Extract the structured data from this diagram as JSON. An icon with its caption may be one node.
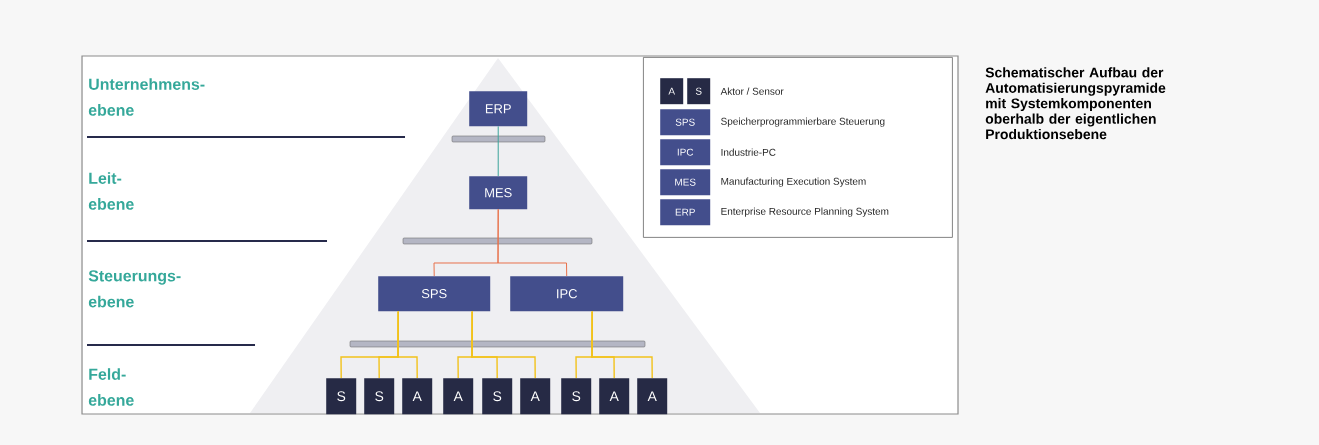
{
  "diagram": {
    "caption": "Schematischer Aufbau der Automatisierungspyramide mit Systemkomponenten oberhalb der eigentlichen Produktionsebene",
    "nodes": [
      {
        "text": [
          "ERP"
        ]
      },
      {
        "text": [
          "MES"
        ]
      },
      {
        "text": [
          "SPS"
        ]
      },
      {
        "text": [
          "IPC"
        ]
      },
      {
        "text": [
          "S"
        ]
      },
      {
        "text": [
          "S"
        ]
      },
      {
        "text": [
          "A"
        ]
      },
      {
        "text": [
          "A"
        ]
      },
      {
        "text": [
          "S"
        ]
      },
      {
        "text": [
          "A"
        ]
      },
      {
        "text": [
          "S"
        ]
      },
      {
        "text": [
          "A"
        ]
      },
      {
        "text": [
          "A"
        ]
      },
      {
        "text": [],
        "shape": "box"
      },
      {
        "text": [
          "A"
        ],
        "in": 13
      },
      {
        "text": [
          "S"
        ],
        "in": 13,
        "beside": [
          "Aktor / Sensor"
        ]
      },
      {
        "text": [
          "SPS"
        ],
        "in": 13,
        "beside": [
          "Speicherprogrammierbare Steuerung"
        ]
      },
      {
        "text": [
          "IPC"
        ],
        "in": 13,
        "beside": [
          "Industrie-PC"
        ]
      },
      {
        "text": [
          "MES"
        ],
        "in": 13,
        "beside": [
          "Manufacturing Execution System"
        ]
      },
      {
        "text": [
          "ERP"
        ],
        "in": 13,
        "beside": [
          "Enterprise Resource Planning System"
        ]
      }
    ],
    "edges": [
      {
        "from": 0,
        "to": 1,
        "arrow": "none",
        "color": "#3aa59a"
      },
      {
        "from": 1,
        "to": 2,
        "arrow": "none",
        "color": "#e8704a"
      },
      {
        "from": 1,
        "to": 3,
        "arrow": "none",
        "color": "#e8704a"
      },
      {
        "from": 2,
        "to": 4,
        "arrow": "none"
      },
      {
        "from": 2,
        "to": 5,
        "arrow": "none"
      },
      {
        "from": 2,
        "to": 6,
        "arrow": "none"
      },
      {
        "from": 2,
        "to": 7,
        "arrow": "none"
      },
      {
        "from": 2,
        "to": 8,
        "arrow": "none"
      },
      {
        "from": 2,
        "to": 9,
        "arrow": "none"
      },
      {
        "from": 3,
        "to": 10,
        "arrow": "none"
      },
      {
        "from": 3,
        "to": 11,
        "arrow": "none"
      },
      {
        "from": 3,
        "to": 12,
        "arrow": "none"
      }
    ],
    "labels": [
      "Unternehmens- ebene",
      "Leit- ebene",
      "Steuerungs- ebene",
      "Feld- ebene"
    ]
  }
}
